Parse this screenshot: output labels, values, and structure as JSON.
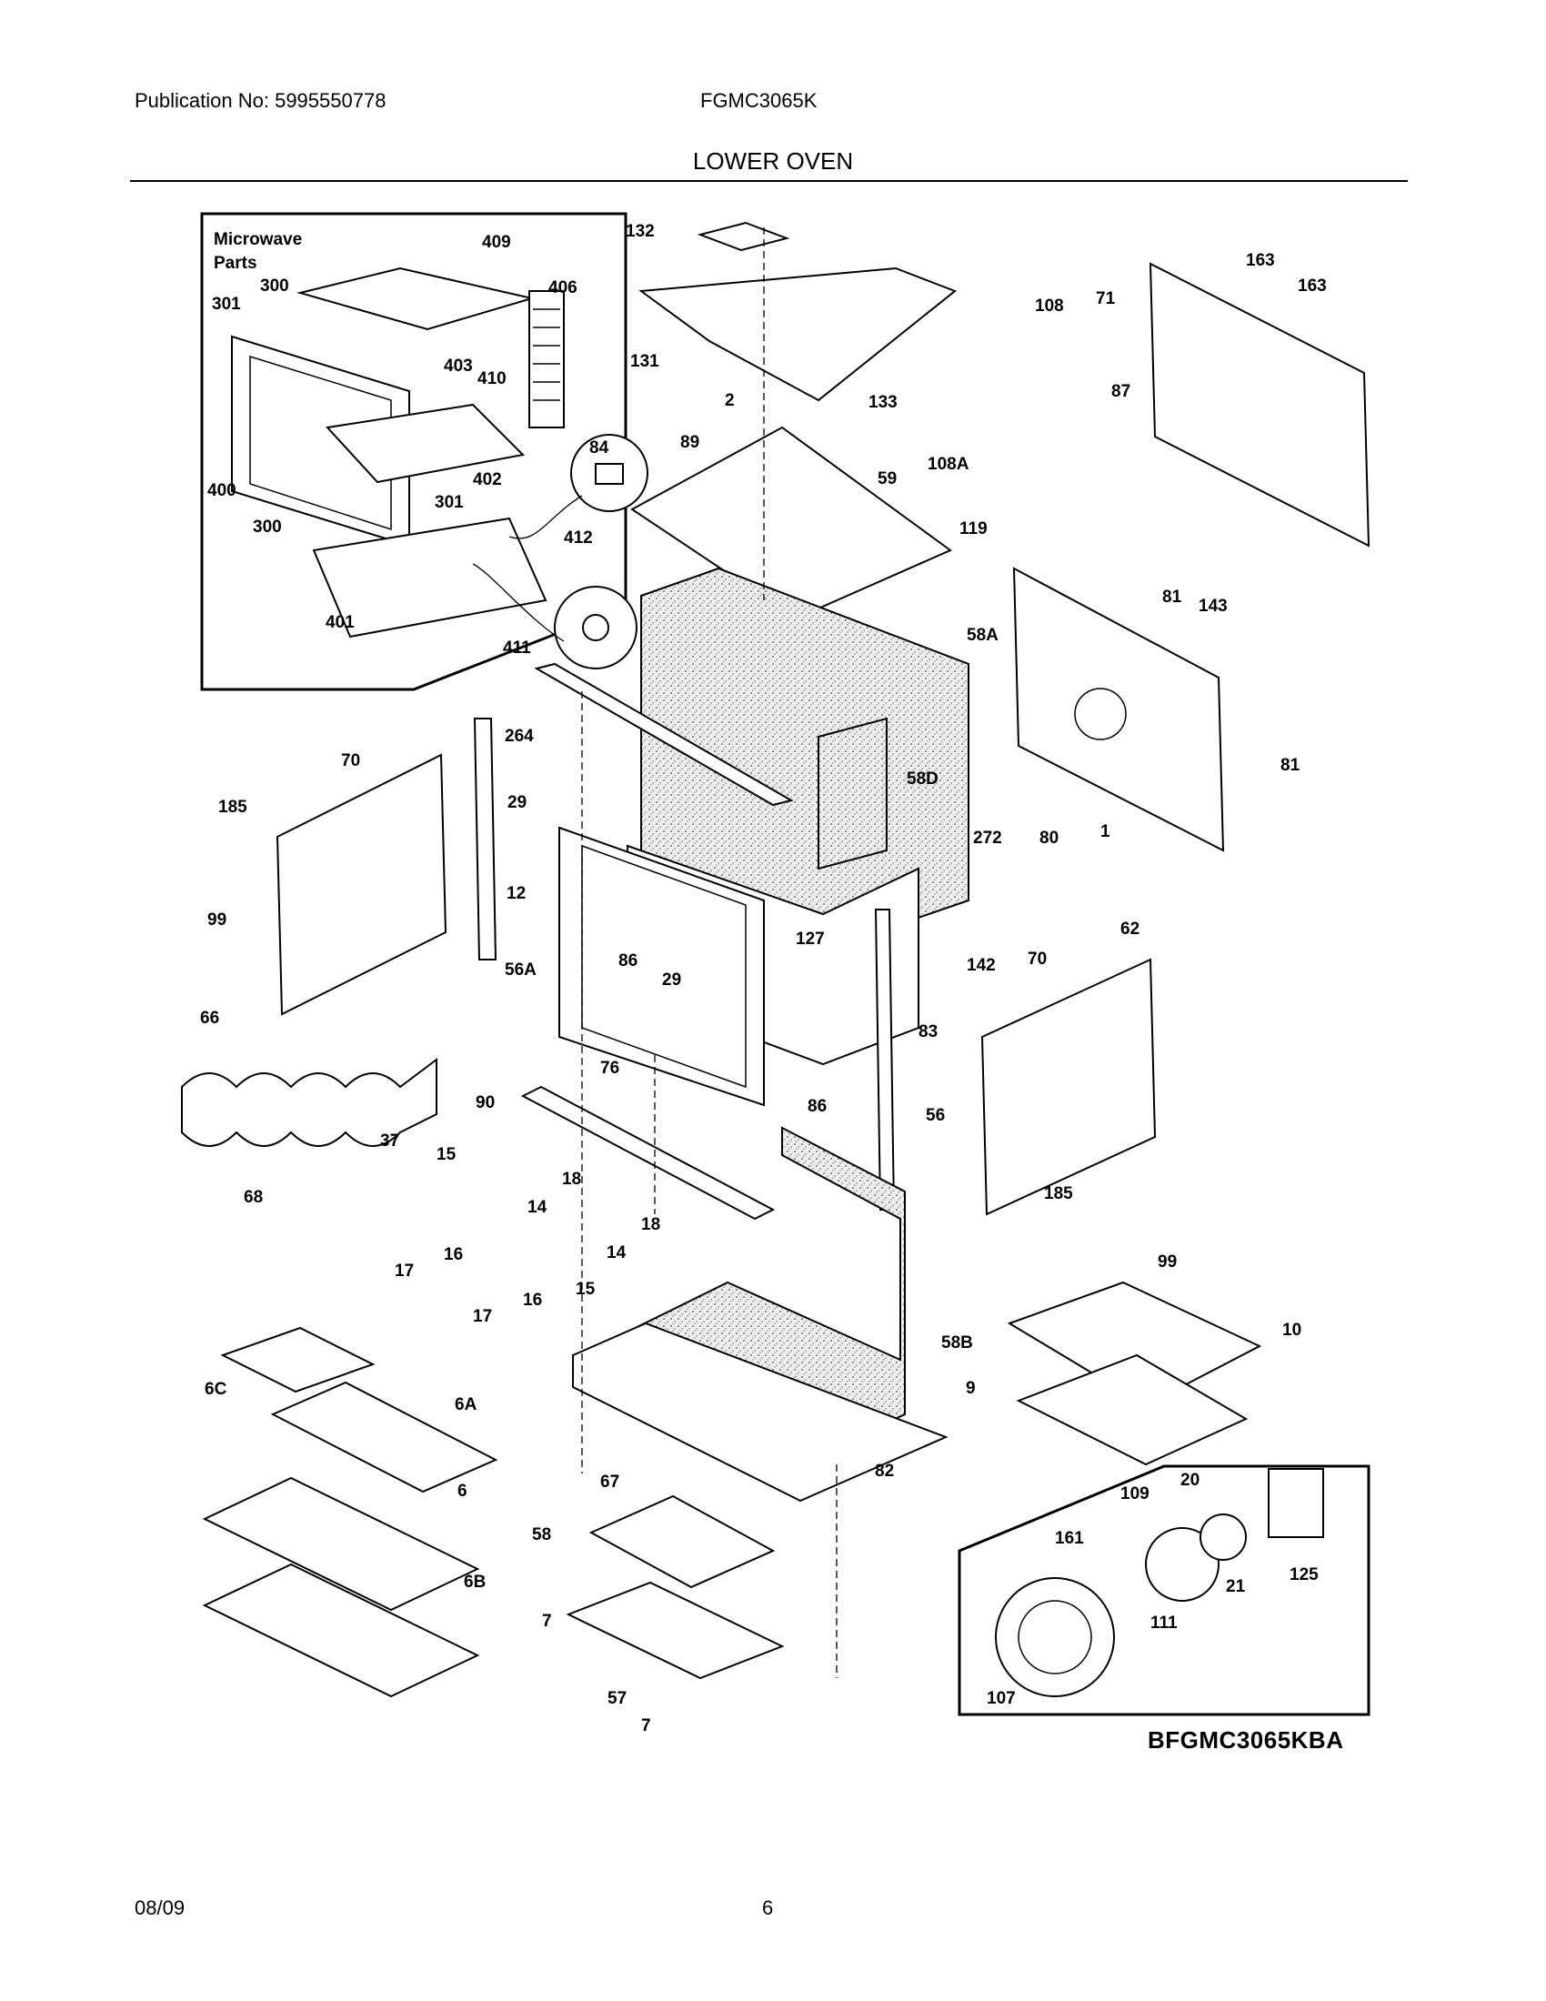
{
  "header": {
    "publication": "Publication No: 5995550778",
    "model": "FGMC3065K",
    "section": "LOWER OVEN"
  },
  "inset_title": [
    "Microwave",
    "Parts"
  ],
  "diagram_code": "BFGMC3065KBA",
  "footer": {
    "date": "08/09",
    "page": "6"
  },
  "labels": {
    "l409": "409",
    "l300a": "300",
    "l301a": "301",
    "l406": "406",
    "l403": "403",
    "l410": "410",
    "l400": "400",
    "l402": "402",
    "l301b": "301",
    "l300b": "300",
    "l84": "84",
    "l412": "412",
    "l401": "401",
    "l411": "411",
    "l132": "132",
    "l131": "131",
    "l2": "2",
    "l133": "133",
    "l89": "89",
    "l59": "59",
    "l163a": "163",
    "l163b": "163",
    "l71": "71",
    "l108": "108",
    "l87": "87",
    "l108A": "108A",
    "l119": "119",
    "l81a": "81",
    "l143": "143",
    "l58A": "58A",
    "l81b": "81",
    "l58D": "58D",
    "l272": "272",
    "l80": "80",
    "l1": "1",
    "l264": "264",
    "l70a": "70",
    "l185a": "185",
    "l29a": "29",
    "l12": "12",
    "l99a": "99",
    "l56A": "56A",
    "l86a": "86",
    "l29b": "29",
    "l127": "127",
    "l62": "62",
    "l142": "142",
    "l70b": "70",
    "l83": "83",
    "l66": "66",
    "l76": "76",
    "l86b": "86",
    "l90": "90",
    "l56": "56",
    "l37": "37",
    "l15a": "15",
    "l18a": "18",
    "l14a": "14",
    "l68": "68",
    "l16a": "16",
    "l17a": "17",
    "l18b": "18",
    "l14b": "14",
    "l185b": "185",
    "l99b": "99",
    "l16b": "16",
    "l15b": "15",
    "l17b": "17",
    "l10": "10",
    "l58B": "58B",
    "l9": "9",
    "l6C": "6C",
    "l6A": "6A",
    "l82": "82",
    "l67": "67",
    "l6": "6",
    "l58": "58",
    "l6B": "6B",
    "l7a": "7",
    "l57": "57",
    "l7b": "7",
    "l20": "20",
    "l109": "109",
    "l161": "161",
    "l125": "125",
    "l21": "21",
    "l111": "111",
    "l107": "107"
  }
}
